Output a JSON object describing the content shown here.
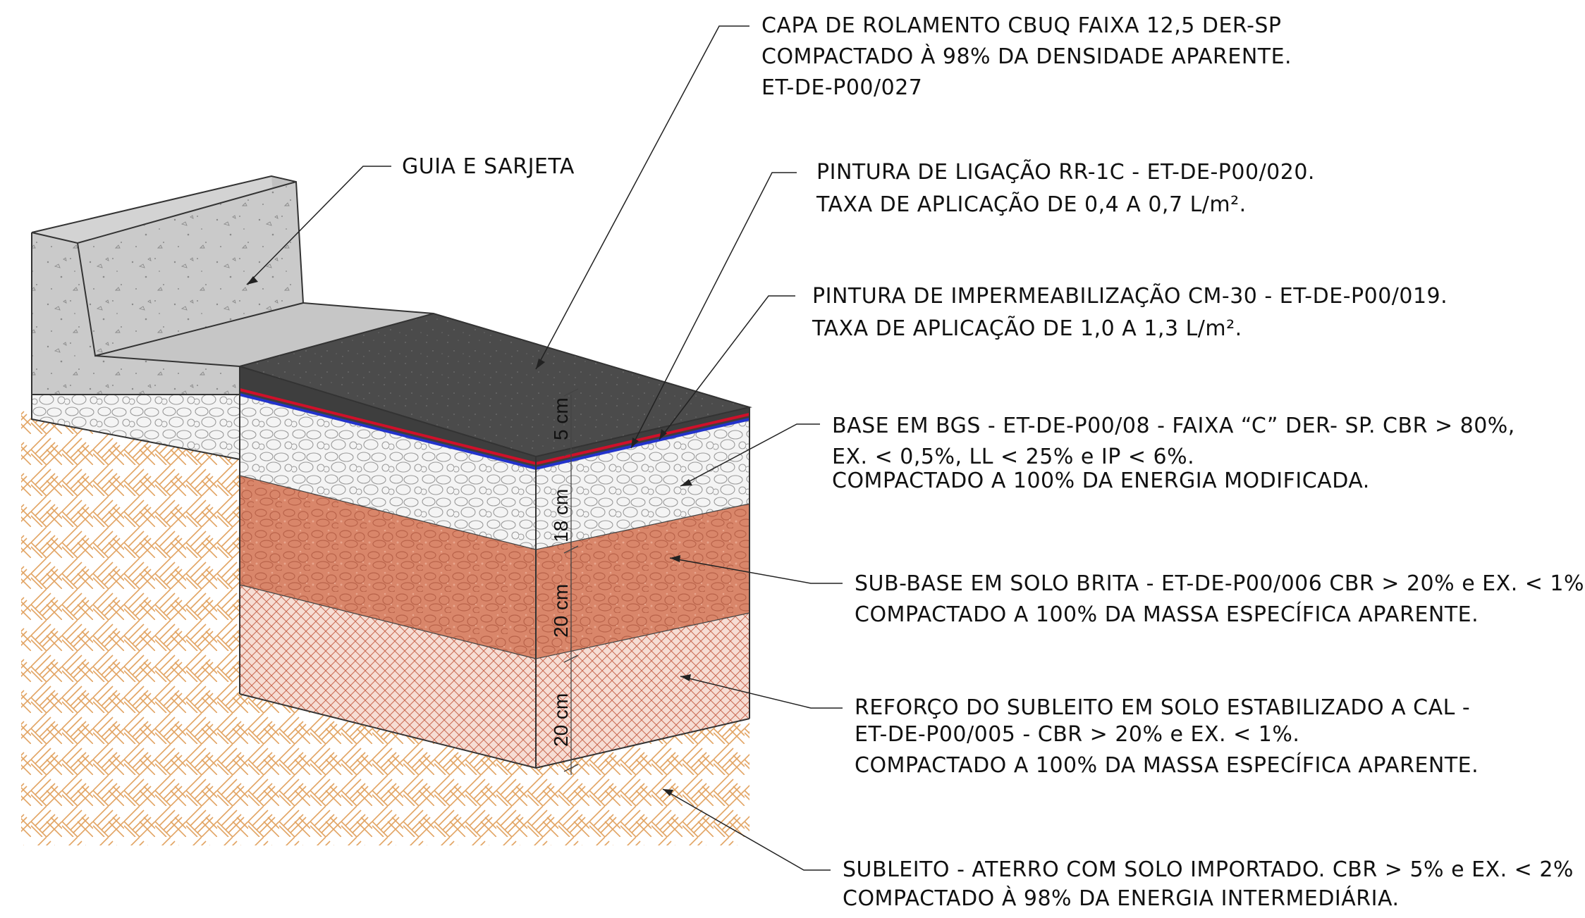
{
  "title": "",
  "callouts": {
    "guia": [
      "GUIA E SARJETA"
    ],
    "capa": [
      "CAPA DE ROLAMENTO CBUQ FAIXA 12,5 DER-SP",
      "COMPACTADO À 98% DA DENSIDADE APARENTE.",
      "ET-DE-P00/027"
    ],
    "ligacao": [
      "PINTURA DE LIGAÇÃO RR-1C - ET-DE-P00/020.",
      "TAXA DE APLICAÇÃO DE 0,4 A 0,7 L/m²."
    ],
    "imperm": [
      "PINTURA DE IMPERMEABILIZAÇÃO CM-30 - ET-DE-P00/019.",
      "TAXA DE APLICAÇÃO DE 1,0 A 1,3 L/m²."
    ],
    "base": [
      "BASE EM BGS - ET-DE-P00/08 - FAIXA “C” DER- SP. CBR > 80%,",
      "EX. < 0,5%, LL < 25% e IP < 6%.",
      "COMPACTADO A 100% DA ENERGIA MODIFICADA."
    ],
    "subbase": [
      "SUB-BASE EM SOLO BRITA - ET-DE-P00/006 CBR > 20% e EX. < 1%.",
      "COMPACTADO A 100% DA MASSA ESPECÍFICA APARENTE."
    ],
    "reforco": [
      "REFORÇO DO SUBLEITO EM SOLO ESTABILIZADO A CAL -",
      "ET-DE-P00/005 - CBR > 20% e EX. < 1%.",
      "COMPACTADO A 100% DA MASSA ESPECÍFICA APARENTE."
    ],
    "subleito": [
      "SUBLEITO - ATERRO COM SOLO IMPORTADO. CBR > 5% e EX. < 2%",
      "COMPACTADO À 98% DA ENERGIA INTERMEDIÁRIA."
    ]
  },
  "dimensions": {
    "capa": "5 cm",
    "base": "18 cm",
    "subbase": "20 cm",
    "reforco": "20 cm"
  },
  "colors": {
    "asphalt": "#4a4a4a",
    "concrete": "#c9c9c9",
    "base_gravel": "#f2f2f2",
    "subbase": "#d9866a",
    "reforco": "#efc9bd",
    "subleito_hatch": "#e2a463",
    "tack_coat": "#d0102a",
    "prime_coat": "#2233cc"
  }
}
